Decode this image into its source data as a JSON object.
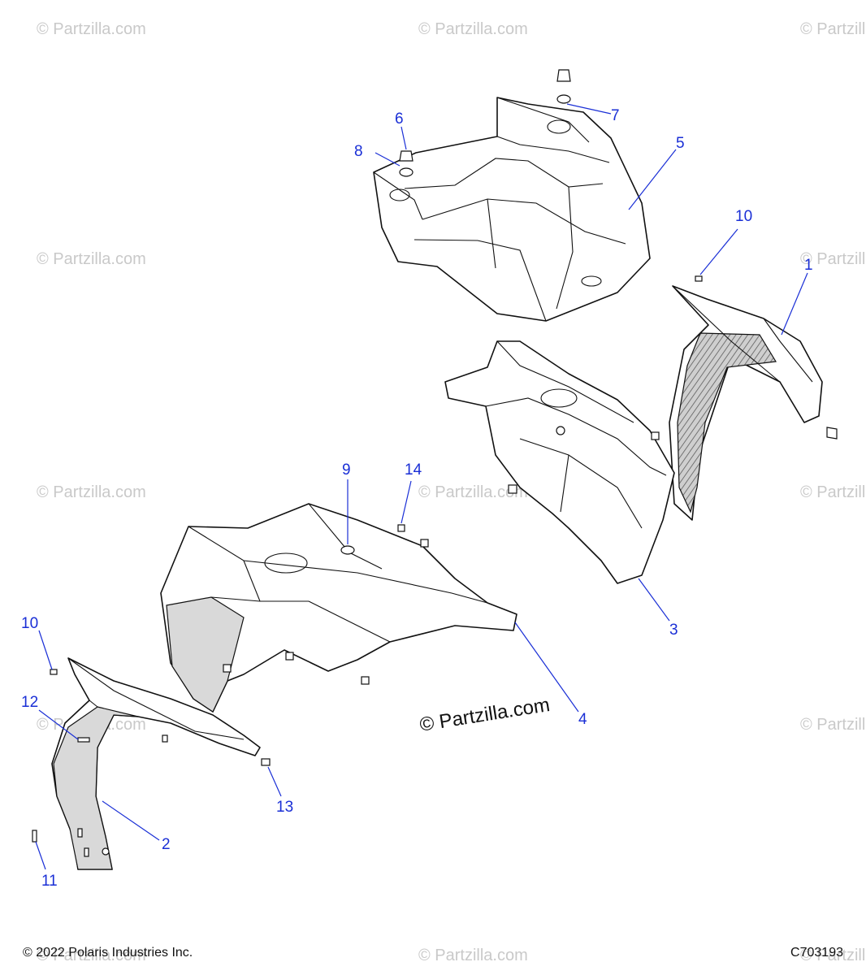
{
  "watermark": "© Partzilla.com",
  "center_watermark": "© Partzilla.com",
  "copyright": "© 2022 Polaris Industries Inc.",
  "drawing_id": "C703193",
  "callouts": {
    "c1": "1",
    "c2": "2",
    "c3": "3",
    "c4": "4",
    "c5": "5",
    "c6": "6",
    "c7": "7",
    "c8": "8",
    "c9": "9",
    "c10a": "10",
    "c10b": "10",
    "c11": "11",
    "c12": "12",
    "c13": "13",
    "c14": "14"
  },
  "colors": {
    "callout": "#1a2fd6",
    "line": "#111111",
    "watermark": "#c9c9c9"
  }
}
